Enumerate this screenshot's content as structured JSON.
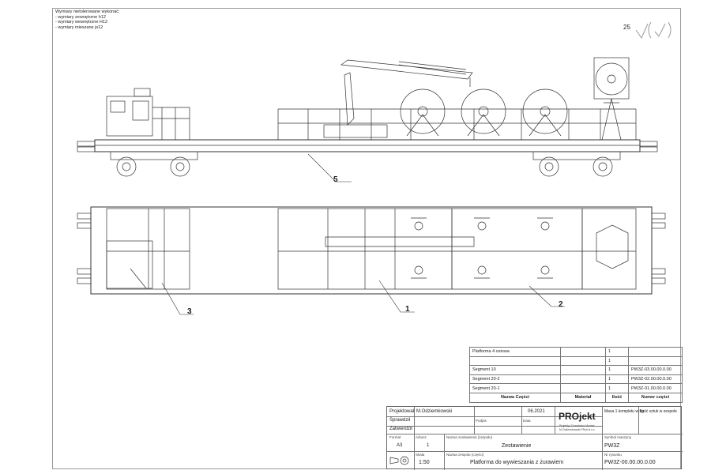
{
  "notes": {
    "title": "Wymiary nietolerowane wykonać:",
    "lines": [
      "- wymiary zewnętrzne h12",
      "- wymiary wewnętrzne H12",
      "- wymiary mieszane js12"
    ]
  },
  "sheet_number": "25",
  "callouts": [
    "5",
    "3",
    "1",
    "2"
  ],
  "parts_list": {
    "rows": [
      {
        "name": "Platforma 4 osiowa",
        "material": "",
        "qty": "1",
        "part_no": ""
      },
      {
        "name": "",
        "material": "",
        "qty": "1",
        "part_no": ""
      },
      {
        "name": "Segment 10",
        "material": "",
        "qty": "1",
        "part_no": "PW3Z-03.00.00.0.00"
      },
      {
        "name": "Segment 20-2",
        "material": "",
        "qty": "1",
        "part_no": "PW3Z-02.00.00.0.00"
      },
      {
        "name": "Segment 20-1",
        "material": "",
        "qty": "1",
        "part_no": "PW3Z-01.00.00.0.00"
      }
    ],
    "headers": [
      "Nazwa Części",
      "Materiał",
      "Ilość",
      "Numer części"
    ]
  },
  "title_block": {
    "roles": [
      "Projektował",
      "Sprawdził",
      "Zatwierdził"
    ],
    "designer": "M.Odziemkowski",
    "side_label_1": "Podpis",
    "side_label_2": "Data",
    "date": "06.2021",
    "company": "PROjekt",
    "company_sub_1": "Projekty i Doradztwo Montaż",
    "company_sub_2": "M.Odziemkowski PRoKol s.c",
    "mass_label": "Masa 1 kompletu w kg",
    "pcs_label": "Ilość sztuk w zespole",
    "format_label": "Format",
    "format": "A3",
    "sheet_label": "Arkusz",
    "sheet": "1",
    "assembly_label": "Nazwa zestawienia (zespołu)",
    "assembly": "Zestawienie",
    "machine_label": "Symbol maszyny",
    "machine": "PW3Z",
    "scale_label": "Skala",
    "scale": "1:50",
    "part_name_label": "Nazwa zespołu (części)",
    "part_name": "Platforma do wywieszania z żurawiem",
    "drawing_no_label": "Nr rysunku",
    "drawing_no": "PW3Z-00.00.00.0.00"
  }
}
